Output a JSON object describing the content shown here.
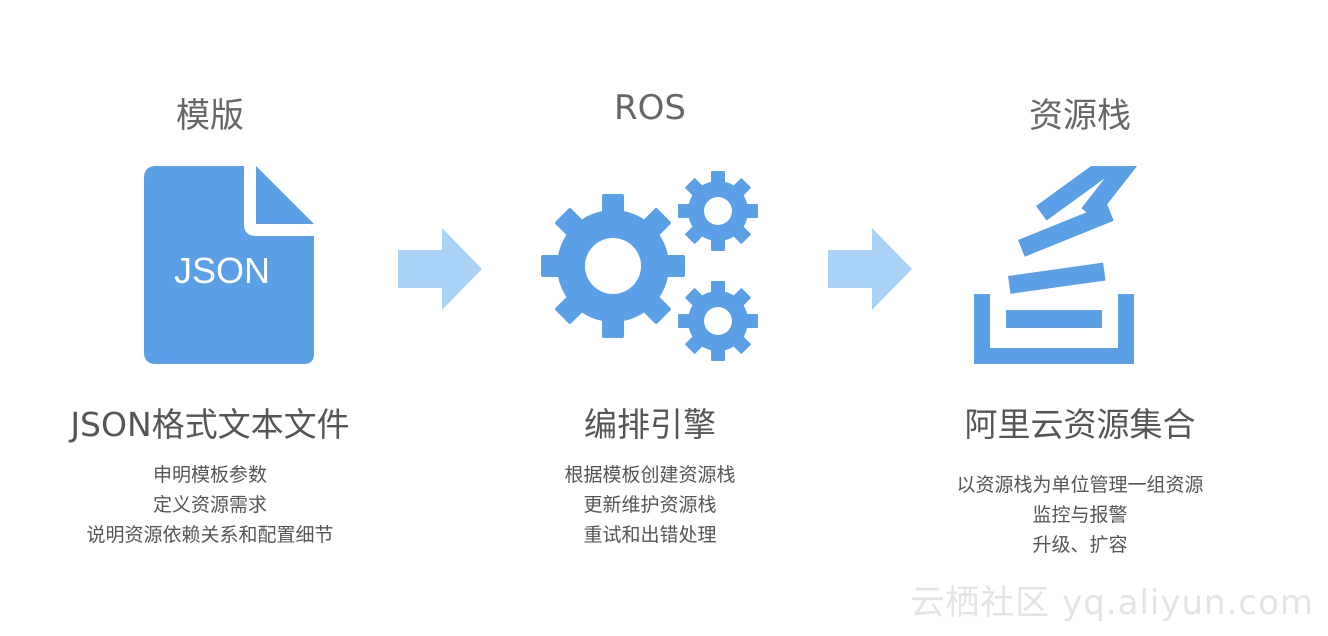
{
  "colors": {
    "icon_blue": "#5b9fe6",
    "arrow_blue": "#a9d2f6",
    "title_gray": "#666666",
    "text_gray": "#555555",
    "watermark_gray": "#e3e3e3"
  },
  "stages": [
    {
      "title": "模版",
      "icon": "json-file-icon",
      "icon_label": "JSON",
      "subtitle": "JSON格式文本文件",
      "lines": [
        "申明模板参数",
        "定义资源需求",
        "说明资源依赖关系和配置细节"
      ]
    },
    {
      "title": "ROS",
      "icon": "gears-icon",
      "subtitle": "编排引擎",
      "lines": [
        "根据模板创建资源栈",
        "更新维护资源栈",
        "重试和出错处理"
      ]
    },
    {
      "title": "资源栈",
      "icon": "stack-icon",
      "subtitle": "阿里云资源集合",
      "lines": [
        "以资源栈为单位管理一组资源",
        "监控与报警",
        "升级、扩容"
      ]
    }
  ],
  "watermark": "云栖社区 yq.aliyun.com"
}
